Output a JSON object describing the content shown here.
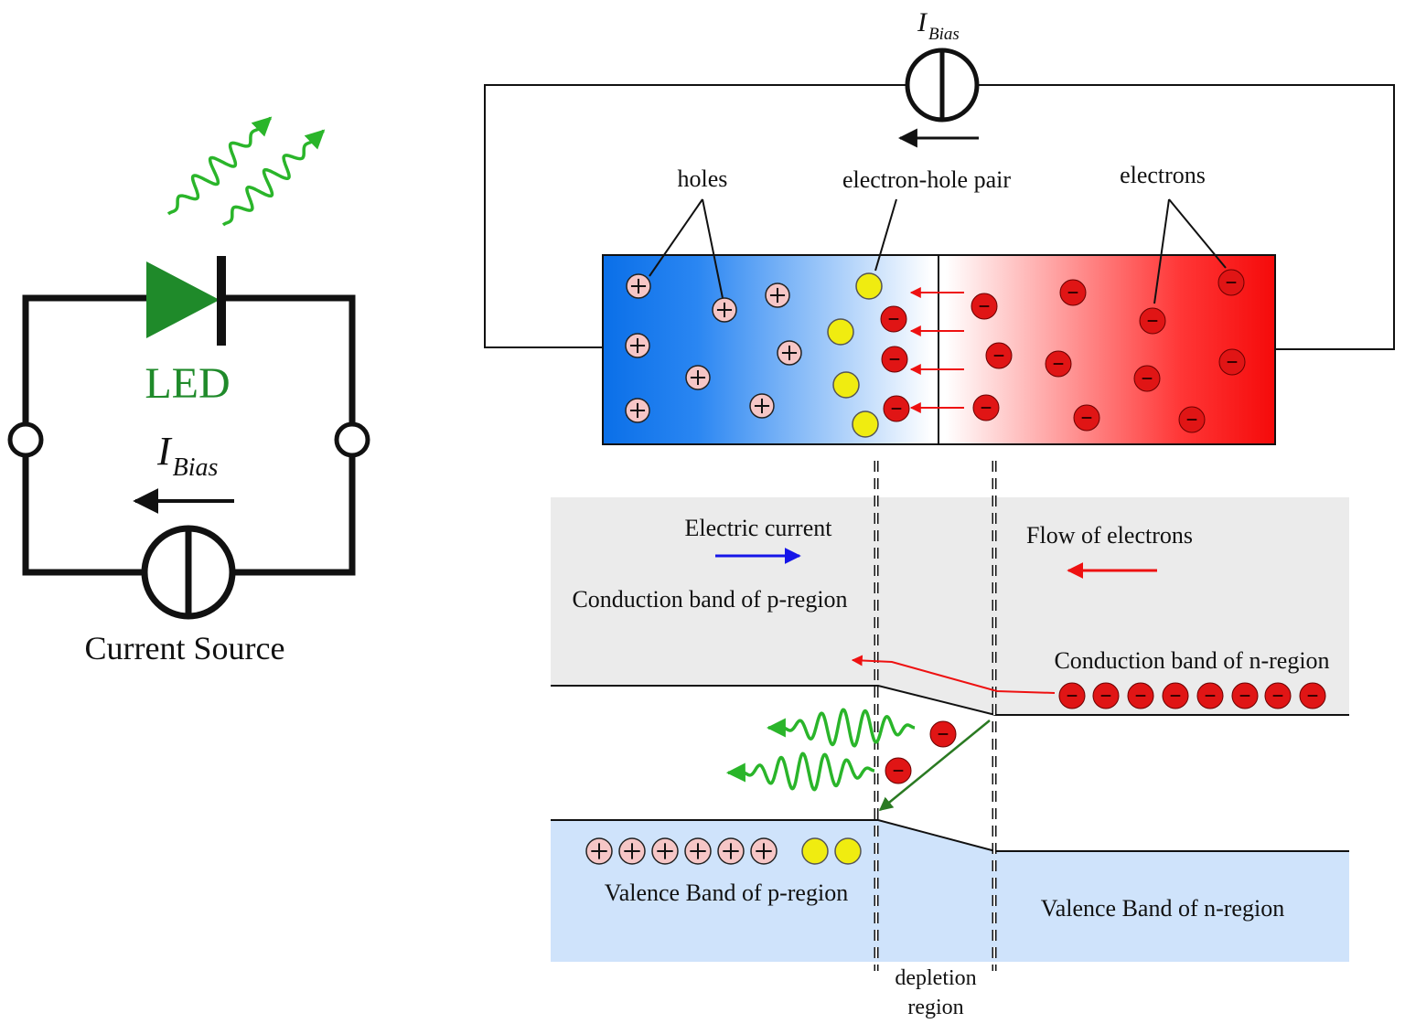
{
  "circuit": {
    "led_label": "LED",
    "bias_symbol": "I",
    "bias_subscript": "Bias",
    "source_label": "Current Source"
  },
  "junction": {
    "bias_symbol": "I",
    "bias_subscript": "Bias",
    "holes_label": "holes",
    "pair_label": "electron-hole pair",
    "electrons_label": "electrons"
  },
  "band": {
    "current_label": "Electric current",
    "flow_label": "Flow of electrons",
    "cb_p_label": "Conduction band of p-region",
    "cb_n_label": "Conduction band of n-region",
    "vb_p_label": "Valence Band of p-region",
    "vb_n_label": "Valence Band of n-region",
    "depletion_label_1": "depletion",
    "depletion_label_2": "region"
  },
  "colors": {
    "led_green": "#1f8a2a",
    "photon_green": "#2ab52a",
    "p_region_blue": "#0a6fe8",
    "n_region_red": "#f50a0a",
    "hole_fill": "#f6c6c6",
    "electron_fill": "#e01515",
    "pair_yellow": "#f0ec10",
    "conduction_gray": "#ebebeb",
    "valence_blue": "#cfe3fb",
    "current_arrow": "#1515e8",
    "flow_arrow": "#ee1111"
  }
}
